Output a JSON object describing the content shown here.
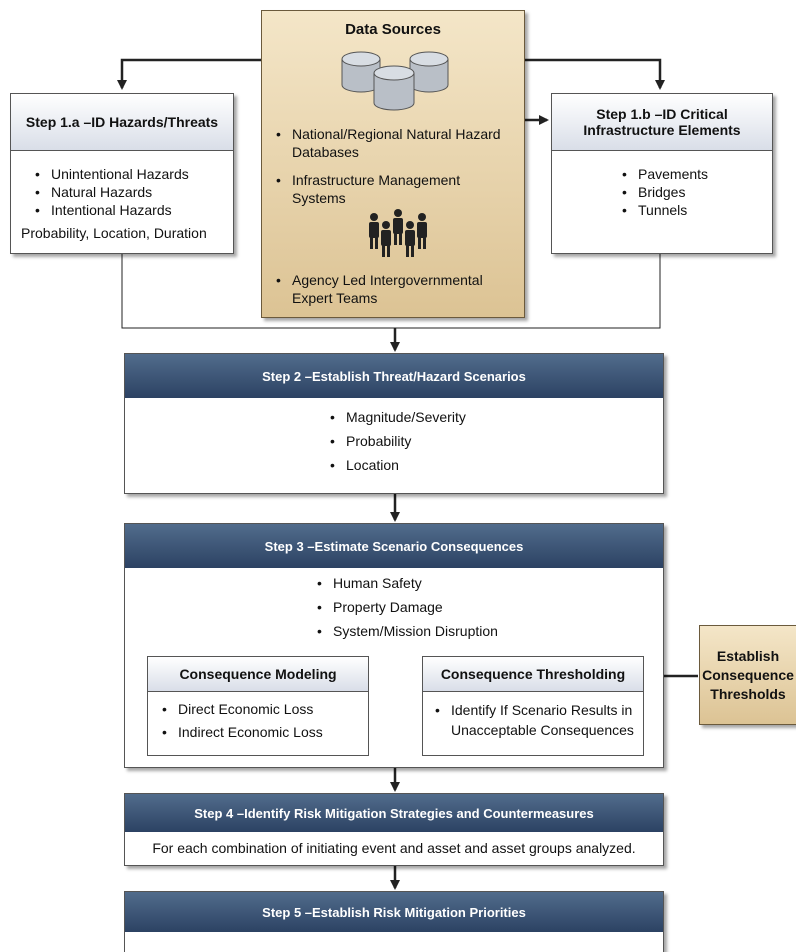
{
  "data_sources": {
    "title": "Data Sources",
    "items": [
      "National/Regional Natural Hazard Databases",
      "Infrastructure Management Systems",
      "Agency Led Intergovernmental Expert Teams"
    ],
    "icons": [
      "database-icon",
      "people-group-icon"
    ]
  },
  "step1a": {
    "title": "Step 1.a –ID Hazards/Threats",
    "items": [
      "Unintentional Hazards",
      "Natural Hazards",
      "Intentional Hazards"
    ],
    "note": "Probability, Location, Duration"
  },
  "step1b": {
    "title_line1": "Step 1.b –ID Critical",
    "title_line2": "Infrastructure Elements",
    "items": [
      "Pavements",
      "Bridges",
      "Tunnels"
    ]
  },
  "step2": {
    "title": "Step 2 –Establish Threat/Hazard Scenarios",
    "items": [
      "Magnitude/Severity",
      "Probability",
      "Location"
    ]
  },
  "step3": {
    "title": "Step 3 –Estimate Scenario Consequences",
    "items": [
      "Human Safety",
      "Property Damage",
      "System/Mission Disruption"
    ],
    "modeling": {
      "title": "Consequence Modeling",
      "items": [
        "Direct Economic Loss",
        "Indirect Economic Loss"
      ]
    },
    "thresholding": {
      "title": "Consequence Thresholding",
      "items": [
        "Identify If Scenario Results in Unacceptable Consequences"
      ]
    }
  },
  "establish_thresholds": {
    "line1": "Establish",
    "line2": "Consequence",
    "line3": "Thresholds"
  },
  "step4": {
    "title": "Step 4 –Identify Risk Mitigation Strategies and Countermeasures",
    "text": "For each combination of initiating event and asset and asset groups analyzed."
  },
  "step5": {
    "title": "Step 5 –Establish Risk Mitigation Priorities"
  },
  "colors": {
    "tan_fill": "#e6d2a8",
    "header_dark": "#3b5475",
    "header_light": "#d9dee8",
    "line": "#222222"
  }
}
